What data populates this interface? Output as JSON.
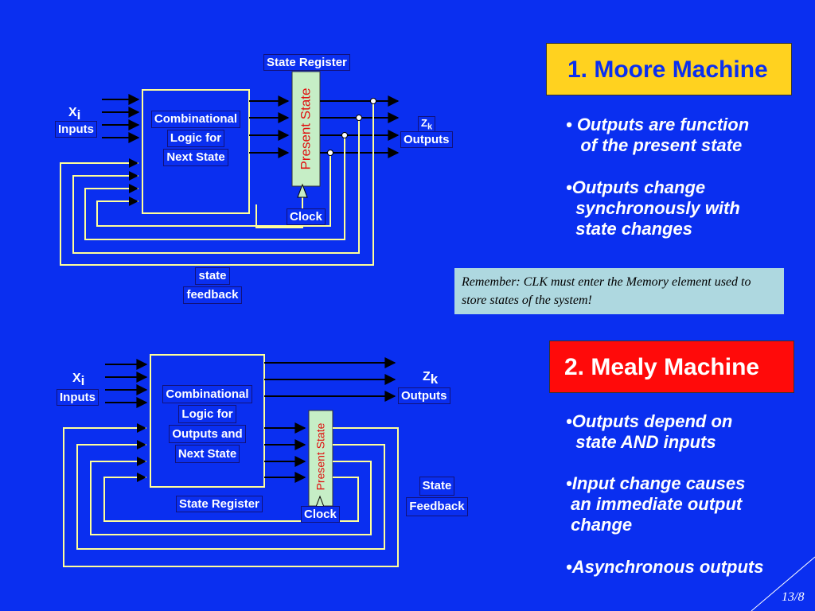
{
  "slide": {
    "page_number": "13/8",
    "colors": {
      "background": "#0a2ff0",
      "moore_title_bg": "#ffd21f",
      "mealy_title_bg": "#ff0a0a",
      "note_bg": "#aed8e0",
      "register_fill": "#c6eec6",
      "line": "#ffff99"
    }
  },
  "moore": {
    "title": "1. Moore Machine",
    "bullets": [
      "• Outputs are function\n   of the present state",
      "•Outputs change\n  synchronously with\n  state changes"
    ],
    "diagram": {
      "state_register_label": "State Register",
      "present_state_label": "Present State",
      "inputs_symbol": "X",
      "inputs_subscript": "i",
      "inputs_label": "Inputs",
      "logic_lines": [
        "Combinational",
        "Logic for",
        "Next State"
      ],
      "outputs_symbol": "Z",
      "outputs_subscript": "k",
      "outputs_label": "Outputs",
      "clock_label": "Clock",
      "feedback_lines": [
        "state",
        "feedback"
      ]
    }
  },
  "note": {
    "text": "Remember: CLK must enter the Memory element used to store states of the system!"
  },
  "mealy": {
    "title": "2. Mealy Machine",
    "bullets": [
      "•Outputs depend on\n  state AND inputs",
      "•Input change causes\n an immediate output\n change",
      "•Asynchronous outputs"
    ],
    "diagram": {
      "inputs_symbol": "X",
      "inputs_subscript": "i",
      "inputs_label": "Inputs",
      "logic_lines": [
        "Combinational",
        "Logic for",
        "Outputs and",
        "Next State"
      ],
      "outputs_symbol": "Z",
      "outputs_subscript": "k",
      "outputs_label": "Outputs",
      "present_state_label": "Present State",
      "state_register_label": "State Register",
      "clock_label": "Clock",
      "feedback_lines": [
        "State",
        "Feedback"
      ]
    }
  }
}
